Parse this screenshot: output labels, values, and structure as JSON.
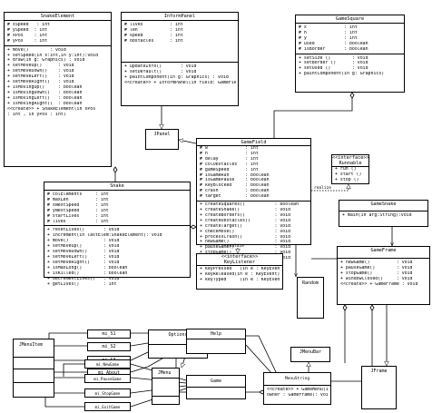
{
  "classes": {
    "snake_element": {
      "title": "SnakeElement",
      "fields": [
        "# xSpeed   : int",
        "# ySpeed  : int",
        "# xPos    : int",
        "# yPos    : int"
      ],
      "methods": [
        "+ move()        : void",
        "+ setSpeed(in x:int,in y:int):void",
        "+ draw(in g: Graphics) : void",
        "+ setMoveUp()      : void",
        "+ setMoveDown()    : void",
        "+ setMoveLeft()    : void",
        "+ setMoveRight()   : void",
        "+ isMovingUp()     : boolean",
        "+ isMovingDown()   : boolean",
        "+ isMovingLeft()   : boolean",
        "+ isMovingRight()  : boolean",
        "<<create>> + SnakeElement(in xPos",
        ": int , in yPos : int)"
      ]
    },
    "inform_panel": {
      "title": "InformPanel",
      "fields": [
        "# lives          : int",
        "# len            : int",
        "# speed          : int",
        "# obstacles      : int"
      ],
      "methods": [
        "+ updateInfo()       : void",
        "+ setDefault()       : void",
        "+ paintComponent(in g: Graphics) : void",
        "<<create>> + InformPanel(in field: GameField) : void"
      ]
    },
    "game_square": {
      "title": "GameSquare",
      "fields": [
        "# x              : int",
        "# h              : int",
        "# y              : int",
        "# used           : boolean",
        "# isBorder       : boolean"
      ],
      "methods": [
        "+ setSize ()        : void",
        "+ setBorder ()      : void",
        "+ setUsed ()        : void",
        "+ paintComponent(in g: Graphics)"
      ]
    },
    "game_field": {
      "title": "GameField",
      "fields": [
        "# w              : int",
        "# h              : int",
        "# delay          : int",
        "# colObstacles   : int",
        "# gameSpeed      : int",
        "# isGameRun      : boolean",
        "# isGamePause    : boolean",
        "# keyBlocked     : boolean",
        "# crash          : boolean",
        "# target         : boolean"
      ],
      "methods": [
        "+ createSquares()           : boolean",
        "+ createSnake()             : void",
        "+ createBorders()           : void",
        "+ createObstacles()         : void",
        "+ createTarget()            : void",
        "+ checkMove()               : void",
        "+ processCrash()            : void",
        "+ newGame()                 : void",
        "+ pauseGame()               : void",
        "+ stopGame()                : void",
        "+ setGameSpeed()            : void",
        "+ setDefault()      : void",
        "<<create>> + GameField(in",
        "owner:GameFrame): void"
      ]
    },
    "snake": {
      "title": "Snake",
      "fields": [
        "# colElements     : int",
        "# maxLen          : int",
        "# xNextSpeed      : int",
        "# yNextSpeed      : int",
        "# startLives      : int",
        "# lives           : int"
      ],
      "methods": [
        "+ resetLives()       : void",
        "+ increment(in lastElem:SnakeElement): void",
        "+ move()             : void",
        "+ setMoveUp()        : void",
        "+ setMoveDown()      : void",
        "+ setMoveLeft()      : void",
        "+ setMoveRight()     : void",
        "+ isMaxLong()        : boolean",
        "+ isKilled()         : boolean",
        "+ decrementLives()   : void",
        "+ getLives()         : int"
      ]
    },
    "runnable": {
      "title": "<<interface>>",
      "subtitle": "Runnable",
      "methods": [
        "+ run ()",
        "+ start ()",
        "+ stop ()"
      ]
    },
    "game_snake": {
      "title": "GameSnake",
      "methods": [
        "+ main(in arg:String):void"
      ]
    },
    "key_listener": {
      "title": "<<interface>>",
      "subtitle": "KeyListener",
      "methods": [
        "+ keyPressed   (in e : KeyEvent)",
        "+ keyReleased(in e : KeyEvent)",
        "+ keyTyped     (in e : KeyEvent)"
      ]
    },
    "game_frame": {
      "title": "GameFrame",
      "methods": [
        "+ newGame()          : void",
        "+ pauseGame()        : void",
        "+ stopGame()         : void",
        "+ windowClosed()     : void",
        "<<create>> + GameFrame : void"
      ]
    },
    "menu_string": {
      "title": "MenuString",
      "methods": [
        "<<create>> + GameMenu(in",
        "owner : GameFrame): void"
      ]
    }
  },
  "simple": {
    "jpanel": "JPanel",
    "random": "Random",
    "jframe": "JFrame",
    "jmenubar": "JMenuBar",
    "jmenuitem": "JMenuItem",
    "jmenu": "JMenu",
    "options": "Options",
    "help": "Help",
    "game": "Game",
    "mi_s1": "mi_S1",
    "mi_s2": "mi_S2",
    "mi_s3": "mi_S3",
    "mi_about": "mi_About",
    "mi_new_game": "mi_NewGame",
    "mi_pause_game": "mi_PauseGame",
    "mi_stop_game": "mi_StopGame",
    "mi_exit_game": "mi_ExitGame"
  },
  "labels": {
    "realize": "realize",
    "realize2": "realize"
  }
}
